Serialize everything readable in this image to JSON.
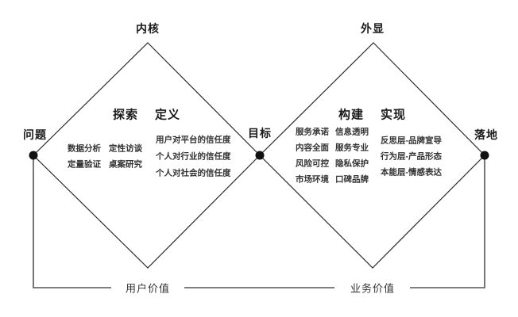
{
  "theme": {
    "background": "#ffffff",
    "diamond_line_color": "#2b2b2b",
    "bracket_line_color": "#555555",
    "dot_color": "#111111",
    "heading_text_color": "#1a1a1a",
    "body_text_color": "#333333"
  },
  "nodes": {
    "core": "内核",
    "explicit": "外显",
    "problem": "问题",
    "goal": "目标",
    "landing": "落地"
  },
  "left_diamond": {
    "titles": [
      "探索",
      "定义"
    ],
    "explore_methods": [
      [
        "数据分析",
        "定性访谈"
      ],
      [
        "定量验证",
        "桌案研究"
      ]
    ],
    "define_items": [
      "用户对平台的信任度",
      "个人对行业的信任度",
      "个人对社会的信任度"
    ]
  },
  "right_diamond": {
    "titles": [
      "构建",
      "实现"
    ],
    "build_items": [
      [
        "服务承诺",
        "信息透明"
      ],
      [
        "内容全面",
        "服务专业"
      ],
      [
        "风险可控",
        "隐私保护"
      ],
      [
        "市场环境",
        "口碑品牌"
      ]
    ],
    "deliver_items": [
      "反思层-品牌宣导",
      "行为层-产品形态",
      "本能层-情感表达"
    ]
  },
  "brackets": {
    "left": "用户价值",
    "right": "业务价值"
  }
}
